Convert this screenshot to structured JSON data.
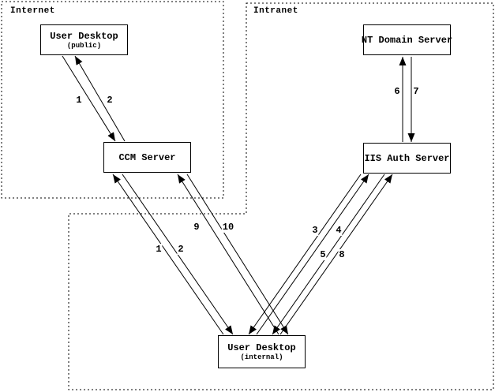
{
  "zones": {
    "internet": "Internet",
    "intranet": "Intranet"
  },
  "nodes": {
    "public_desktop": {
      "title": "User Desktop",
      "subtitle": "(public)"
    },
    "ccm": {
      "title": "CCM Server"
    },
    "nt_domain": {
      "title": "NT Domain Server"
    },
    "iis_auth": {
      "title": "IIS Auth Server"
    },
    "internal_desktop": {
      "title": "User Desktop",
      "subtitle": "(internal)"
    }
  },
  "steps": {
    "t1": "1",
    "t2": "2",
    "b1": "1",
    "b2": "2",
    "s3": "3",
    "s4": "4",
    "s5": "5",
    "s8": "8",
    "s9": "9",
    "s10": "10",
    "s6": "6",
    "s7": "7"
  },
  "flows": [
    {
      "step": "1",
      "from": "User Desktop (public)",
      "to": "CCM Server"
    },
    {
      "step": "2",
      "from": "CCM Server",
      "to": "User Desktop (public)"
    },
    {
      "step": "1",
      "from": "User Desktop (internal)",
      "to": "CCM Server"
    },
    {
      "step": "2",
      "from": "CCM Server",
      "to": "User Desktop (internal)"
    },
    {
      "step": "3",
      "from": "IIS Auth Server",
      "to": "User Desktop (internal)"
    },
    {
      "step": "4",
      "from": "User Desktop (internal)",
      "to": "IIS Auth Server"
    },
    {
      "step": "5",
      "from": "IIS Auth Server",
      "to": "User Desktop (internal)"
    },
    {
      "step": "6",
      "from": "IIS Auth Server",
      "to": "NT Domain Server"
    },
    {
      "step": "7",
      "from": "NT Domain Server",
      "to": "IIS Auth Server"
    },
    {
      "step": "8",
      "from": "User Desktop (internal)",
      "to": "IIS Auth Server"
    },
    {
      "step": "9",
      "from": "User Desktop (internal)",
      "to": "CCM Server"
    },
    {
      "step": "10",
      "from": "CCM Server",
      "to": "User Desktop (internal)"
    }
  ],
  "colors": {
    "ink": "#000000",
    "background": "#ffffff"
  }
}
